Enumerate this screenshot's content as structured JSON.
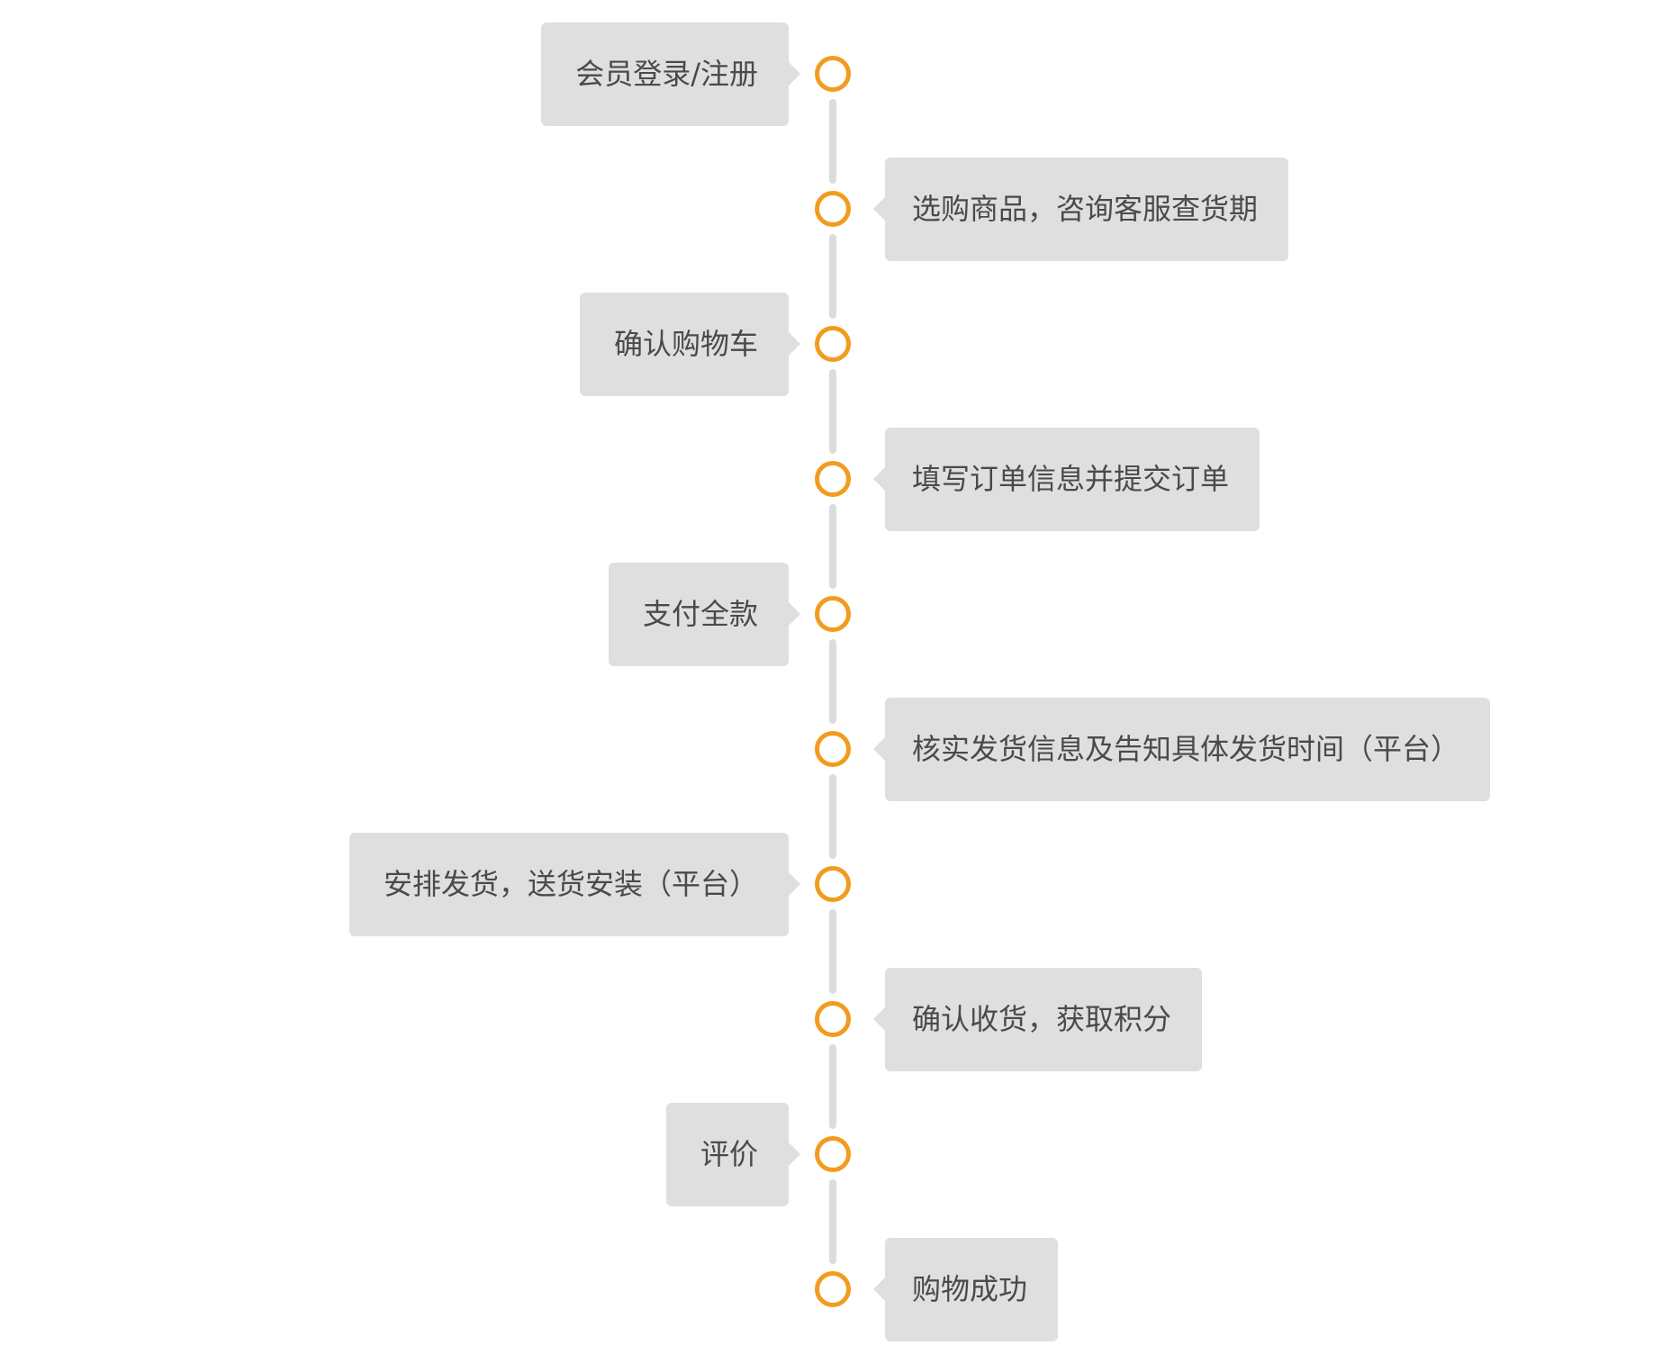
{
  "diagram": {
    "type": "vertical-timeline",
    "colors": {
      "node_ring": "#f29c1f",
      "axis": "#dcdcdc",
      "box": "#dfdfdf",
      "text": "#4a4a4a"
    },
    "steps": [
      {
        "label": "会员登录/注册",
        "side": "left"
      },
      {
        "label": "选购商品，咨询客服查货期",
        "side": "right"
      },
      {
        "label": "确认购物车",
        "side": "left"
      },
      {
        "label": "填写订单信息并提交订单",
        "side": "right"
      },
      {
        "label": "支付全款",
        "side": "left"
      },
      {
        "label": "核实发货信息及告知具体发货时间（平台）",
        "side": "right"
      },
      {
        "label": "安排发货，送货安装（平台）",
        "side": "left"
      },
      {
        "label": "确认收货，获取积分",
        "side": "right"
      },
      {
        "label": "评价",
        "side": "left"
      },
      {
        "label": "购物成功",
        "side": "right"
      }
    ]
  }
}
